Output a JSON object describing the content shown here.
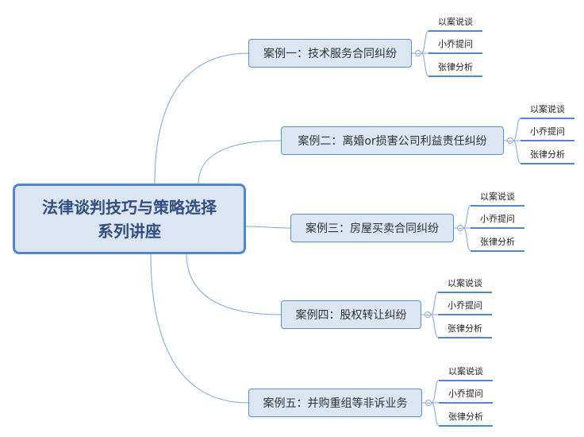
{
  "root": {
    "title_line1": "法律谈判技巧与策略选择",
    "title_line2": "系列讲座"
  },
  "branches": [
    {
      "label": "案例一：技术服务合同纠纷",
      "leaves": [
        "以案说谈",
        "小乔提问",
        "张律分析"
      ]
    },
    {
      "label": "案例二：离婚or损害公司利益责任纠纷",
      "leaves": [
        "以案说谈",
        "小乔提问",
        "张律分析"
      ]
    },
    {
      "label": "案例三：房屋买卖合同纠纷",
      "leaves": [
        "以案说谈",
        "小乔提问",
        "张律分析"
      ]
    },
    {
      "label": "案例四：股权转让纠纷",
      "leaves": [
        "以案说谈",
        "小乔提问",
        "张律分析"
      ]
    },
    {
      "label": "案例五：并购重组等非诉业务",
      "leaves": [
        "以案说谈",
        "小乔提问",
        "张律分析"
      ]
    }
  ],
  "colors": {
    "line": "#7fa3d8",
    "border": "#4f86cf",
    "fill": "#dce6f3"
  }
}
